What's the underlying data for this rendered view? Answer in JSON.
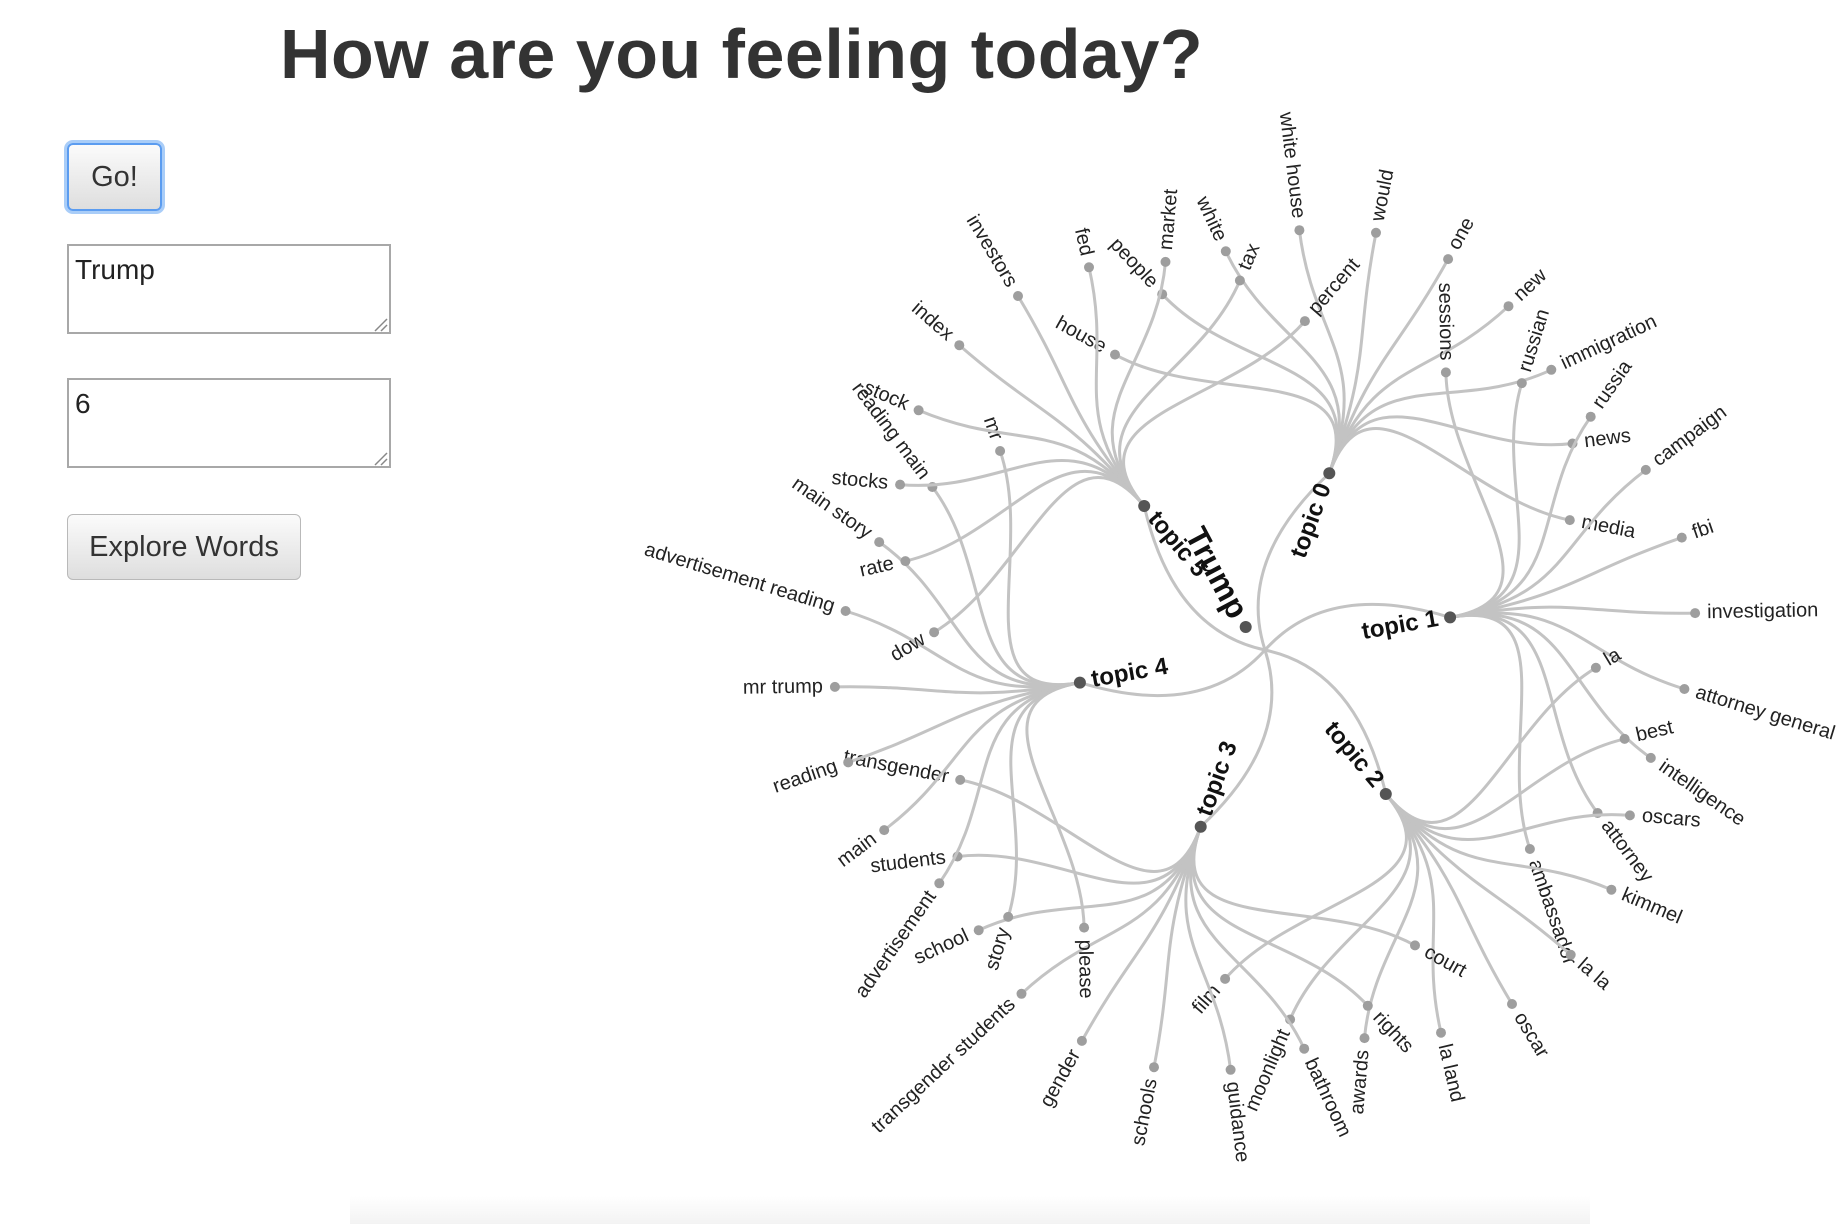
{
  "page": {
    "title": "How are you feeling today?"
  },
  "controls": {
    "go_label": "Go!",
    "query_value": "Trump",
    "count_value": "6",
    "explore_label": "Explore Words"
  },
  "tree": {
    "root": "Trump",
    "topics": [
      {
        "name": "topic 0",
        "words": [
          "house",
          "people",
          "white",
          "white house",
          "would",
          "one",
          "new",
          "immigration",
          "news",
          "media"
        ]
      },
      {
        "name": "topic 1",
        "words": [
          "sessions",
          "russian",
          "russia",
          "campaign",
          "fbi",
          "investigation",
          "attorney general",
          "intelligence",
          "attorney",
          "ambassador"
        ]
      },
      {
        "name": "topic 2",
        "words": [
          "la",
          "best",
          "oscars",
          "kimmel",
          "la la",
          "oscar",
          "la land",
          "awards",
          "moonlight",
          "film"
        ]
      },
      {
        "name": "topic 3",
        "words": [
          "court",
          "rights",
          "bathroom",
          "guidance",
          "schools",
          "gender",
          "transgender students",
          "school",
          "students",
          "transgender"
        ]
      },
      {
        "name": "topic 4",
        "words": [
          "please",
          "story",
          "advertisement",
          "main",
          "reading",
          "mr trump",
          "advertisement reading",
          "main story",
          "reading main",
          "mr"
        ]
      },
      {
        "name": "topic 5",
        "words": [
          "dow",
          "rate",
          "stocks",
          "stock",
          "index",
          "investors",
          "fed",
          "market",
          "tax",
          "percent"
        ]
      }
    ]
  }
}
